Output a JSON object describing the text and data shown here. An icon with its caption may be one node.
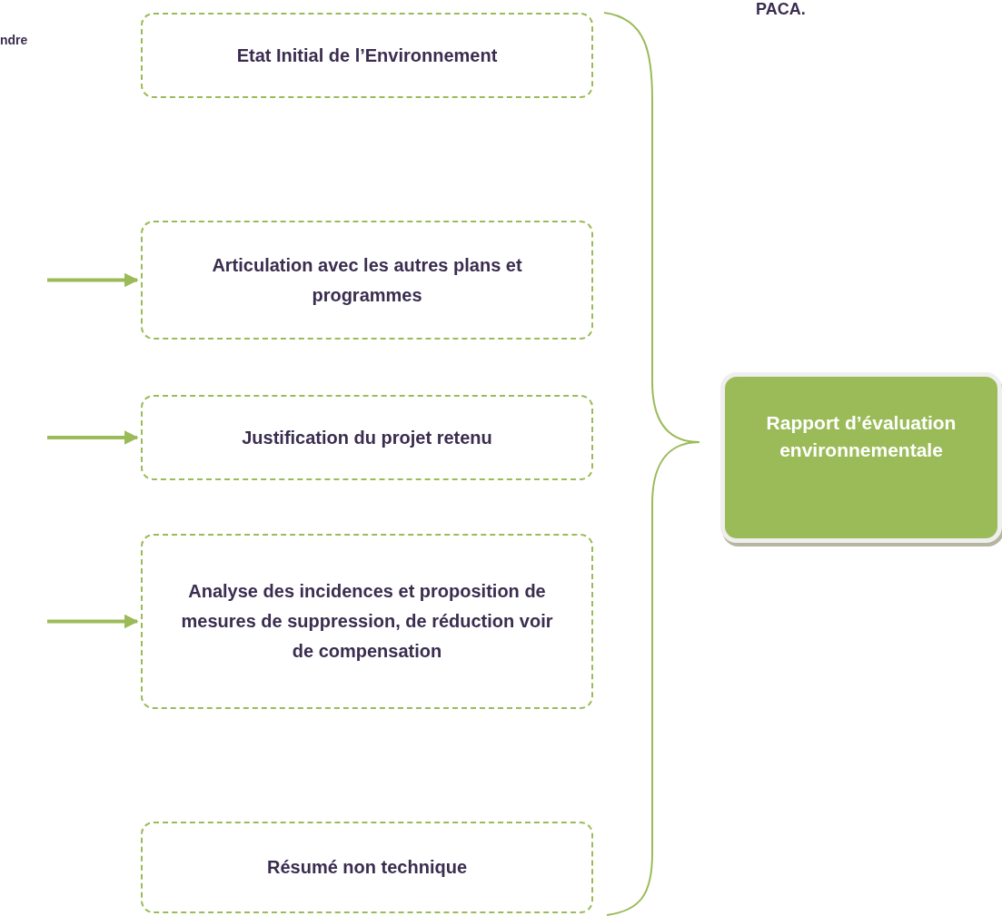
{
  "diagram": {
    "nodes": [
      {
        "text": [
          "Etat Initial de l’Environnement"
        ]
      },
      {
        "text": [
          "Articulation avec les autres plans et programmes"
        ]
      },
      {
        "text": [
          "Justification du projet retenu"
        ]
      },
      {
        "text": [
          "Analyse des incidences et proposition de mesures de suppression, de réduction voir de compensation"
        ]
      },
      {
        "text": [
          "Résumé non technique"
        ]
      },
      {
        "text": [
          "Rapport d’évaluation environnementale"
        ]
      }
    ],
    "edges": [
      {
        "from": null,
        "to": 1,
        "arrow": "to"
      },
      {
        "from": null,
        "to": 2,
        "arrow": "to"
      },
      {
        "from": null,
        "to": 3,
        "arrow": "to"
      }
    ],
    "labels": [
      "ndre",
      "PACA."
    ]
  }
}
